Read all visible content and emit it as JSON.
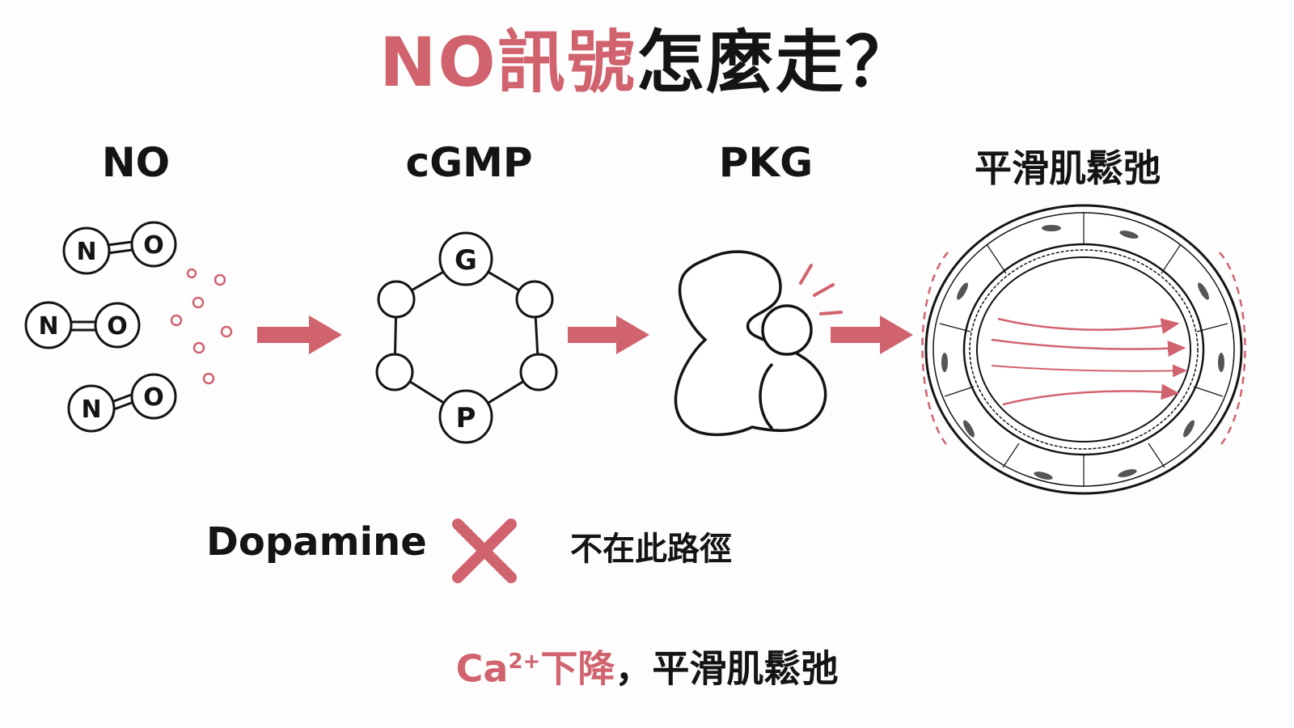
{
  "title": {
    "part1": "NO訊號",
    "part2": "怎麼走？"
  },
  "stages": [
    {
      "label": "NO"
    },
    {
      "label": "cGMP"
    },
    {
      "label": "PKG"
    },
    {
      "label": "平滑肌鬆弛"
    }
  ],
  "no_molecule": {
    "atom_n": "N",
    "atom_o": "O"
  },
  "cgmp_ring": {
    "atom_top": "G",
    "atom_bottom": "P"
  },
  "dopamine": {
    "label": "Dopamine",
    "note": "不在此路徑"
  },
  "bottom": {
    "ca": "Ca",
    "charge": "2+",
    "fall": "下降",
    "comma": "，",
    "result": "平滑肌鬆弛"
  },
  "colors": {
    "accent": "#d1636f",
    "ink": "#141414",
    "vessel_nucleus": "#555555"
  }
}
